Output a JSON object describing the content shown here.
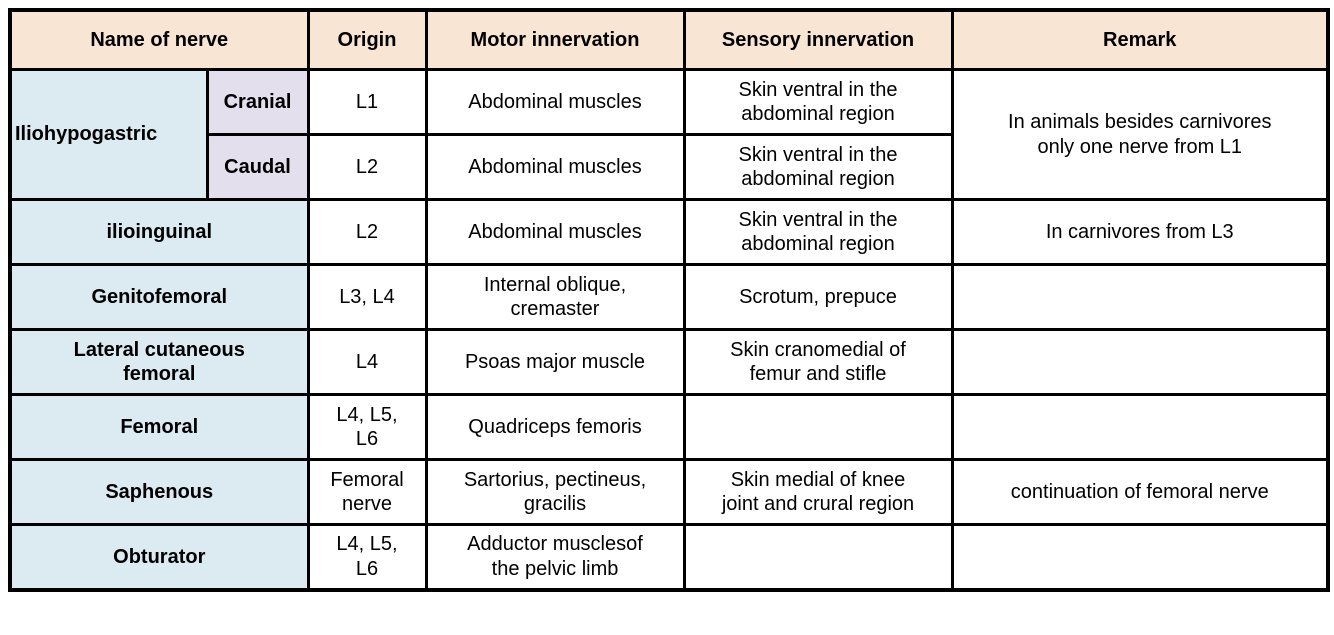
{
  "colors": {
    "header_bg": "#F9E5D3",
    "name_bg": "#DCEAF1",
    "subtype_bg": "#E3DFEC",
    "border": "#000000"
  },
  "headers": {
    "name": "Name of nerve",
    "origin": "Origin",
    "motor": "Motor innervation",
    "sensory": "Sensory innervation",
    "remark": "Remark"
  },
  "rows": {
    "iliohypogastric": {
      "name": "Iliohypogastric",
      "remark": "In animals besides carnivores\nonly one nerve from L1",
      "cranial": {
        "label": "Cranial",
        "origin": "L1",
        "motor": "Abdominal muscles",
        "sensory": "Skin ventral in the\nabdominal region"
      },
      "caudal": {
        "label": "Caudal",
        "origin": "L2",
        "motor": "Abdominal muscles",
        "sensory": "Skin ventral in the\nabdominal region"
      }
    },
    "ilioinguinal": {
      "name": "ilioinguinal",
      "origin": "L2",
      "motor": "Abdominal muscles",
      "sensory": "Skin ventral in the\nabdominal region",
      "remark": "In carnivores from L3"
    },
    "genitofemoral": {
      "name": "Genitofemoral",
      "origin": "L3, L4",
      "motor": "Internal oblique,\ncremaster",
      "sensory": "Scrotum, prepuce",
      "remark": ""
    },
    "lateral_cutaneous_femoral": {
      "name": "Lateral cutaneous\nfemoral",
      "origin": "L4",
      "motor": "Psoas major muscle",
      "sensory": "Skin cranomedial of\nfemur and stifle",
      "remark": ""
    },
    "femoral": {
      "name": "Femoral",
      "origin": "L4, L5,\nL6",
      "motor": "Quadriceps femoris",
      "sensory": "",
      "remark": ""
    },
    "saphenous": {
      "name": "Saphenous",
      "origin": "Femoral\nnerve",
      "motor": "Sartorius, pectineus,\ngracilis",
      "sensory": "Skin medial of knee\njoint and crural region",
      "remark": "continuation of femoral nerve"
    },
    "obturator": {
      "name": "Obturator",
      "origin": "L4, L5,\nL6",
      "motor": "Adductor musclesof\nthe pelvic limb",
      "sensory": "",
      "remark": ""
    }
  }
}
